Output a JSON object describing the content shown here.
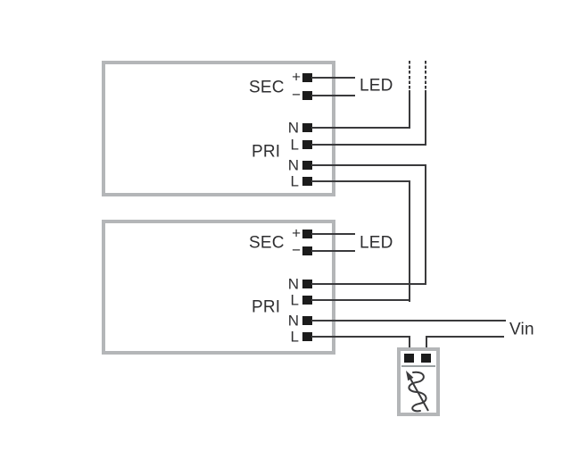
{
  "drivers": [
    {
      "sec_label": "SEC",
      "pri_label": "PRI",
      "led_label": "LED",
      "sec_plus": "+",
      "sec_minus": "−",
      "pri_n1": "N",
      "pri_l1": "L",
      "pri_n2": "N",
      "pri_l2": "L"
    },
    {
      "sec_label": "SEC",
      "pri_label": "PRI",
      "led_label": "LED",
      "sec_plus": "+",
      "sec_minus": "−",
      "pri_n1": "N",
      "pri_l1": "L",
      "pri_n2": "N",
      "pri_l2": "L"
    }
  ],
  "vin_label": "Vin",
  "icons": {
    "dimmer": "phase-cut-dimmer-icon"
  },
  "colors": {
    "background": "#ffffff",
    "box_border": "#b4b6b8",
    "wire": "#3a3a3c",
    "terminal": "#1c1c1c",
    "text": "#2e2e30",
    "separator": "#9aa0a2"
  }
}
